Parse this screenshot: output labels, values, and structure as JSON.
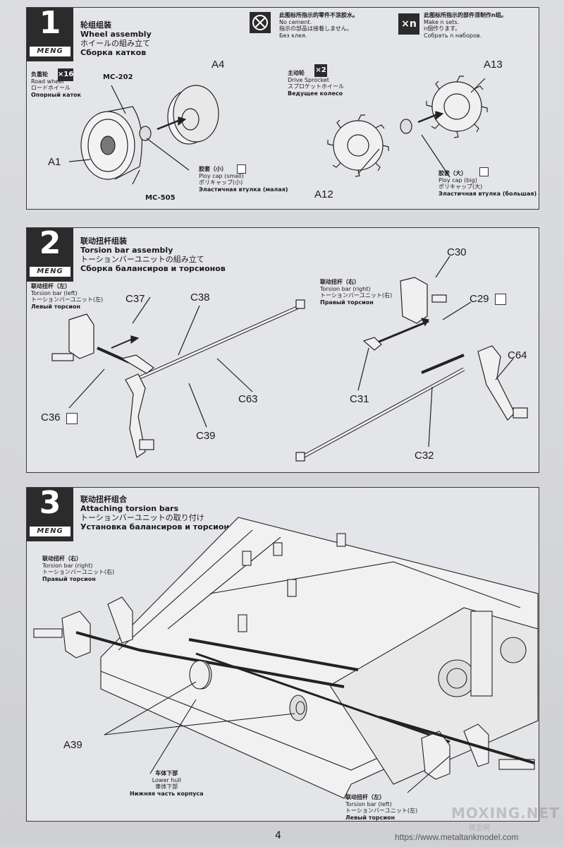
{
  "page_number": "4",
  "footer_url": "https://www.metaltankmodel.com",
  "watermark": "MOXING.NET",
  "watermark_sub": "模型网",
  "brand": "MENG",
  "steps": [
    {
      "number": "1",
      "title_zh": "轮组组装",
      "title_en": "Wheel assembly",
      "title_ja": "ホイールの組み立て",
      "title_ru": "Сборка катков"
    },
    {
      "number": "2",
      "title_zh": "联动扭杆组装",
      "title_en": "Torsion bar assembly",
      "title_ja": "トーションバーユニットの組み立て",
      "title_ru": "Сборка балансиров и торсионов"
    },
    {
      "number": "3",
      "title_zh": "联动扭杆组合",
      "title_en": "Attaching torsion bars",
      "title_ja": "トーションバーユニットの取り付け",
      "title_ru": "Установка балансиров и торсионов"
    }
  ],
  "legend": {
    "no_cement": [
      "此图标所指示的零件不涂胶水。",
      "No cement.",
      "指示の部品は接着しません。",
      "Без клея."
    ],
    "make_n": [
      "此图标所指示的部件须制作n组。",
      "Make n sets.",
      "n個作ります。",
      "Собрать n наборов."
    ],
    "make_n_badge": "×n"
  },
  "step1": {
    "road_wheel": [
      "负重轮",
      "Road wheel",
      "ロードホイール",
      "Опорный каток"
    ],
    "road_wheel_count": "×16",
    "sprocket": [
      "主动轮",
      "Drive Sprocket",
      "スプロケットホイール",
      "Ведущее колесо"
    ],
    "sprocket_count": "×2",
    "paint1": "MC-202",
    "paint2": "MC-505",
    "polycap_small": [
      "胶套（小）",
      "Ploy cap (small)",
      "ポリキャップ(小)",
      "Эластичная втулка (малая)"
    ],
    "polycap_big": [
      "胶套（大）",
      "Ploy cap (big)",
      "ポリキャップ(大)",
      "Эластичная втулка (большая)"
    ],
    "parts": {
      "a4": "A4",
      "a1": "A1",
      "a13": "A13",
      "a12": "A12"
    }
  },
  "step2": {
    "left": [
      "联动扭杆（左）",
      "Torsion bar (left)",
      "トーションバーユニット(左)",
      "Левый торсион"
    ],
    "right": [
      "联动扭杆（右）",
      "Torsion bar (right)",
      "トーションバーユニット(右)",
      "Правый торсион"
    ],
    "parts": {
      "c37": "C37",
      "c38": "C38",
      "c36": "C36",
      "c63": "C63",
      "c39": "C39",
      "c30": "C30",
      "c29": "C29",
      "c31": "C31",
      "c64": "C64",
      "c32": "C32"
    }
  },
  "step3": {
    "right": [
      "联动扭杆（右）",
      "Torsion bar (right)",
      "トーションバーユニット(右)",
      "Правый торсион"
    ],
    "lower_hull": [
      "车体下部",
      "Lower hull",
      "車体下部",
      "Нижняя часть корпуса"
    ],
    "left": [
      "联动扭杆（左）",
      "Torsion bar (left)",
      "トーションバーユニット(左)",
      "Левый торсион"
    ],
    "parts": {
      "a39": "A39"
    }
  }
}
